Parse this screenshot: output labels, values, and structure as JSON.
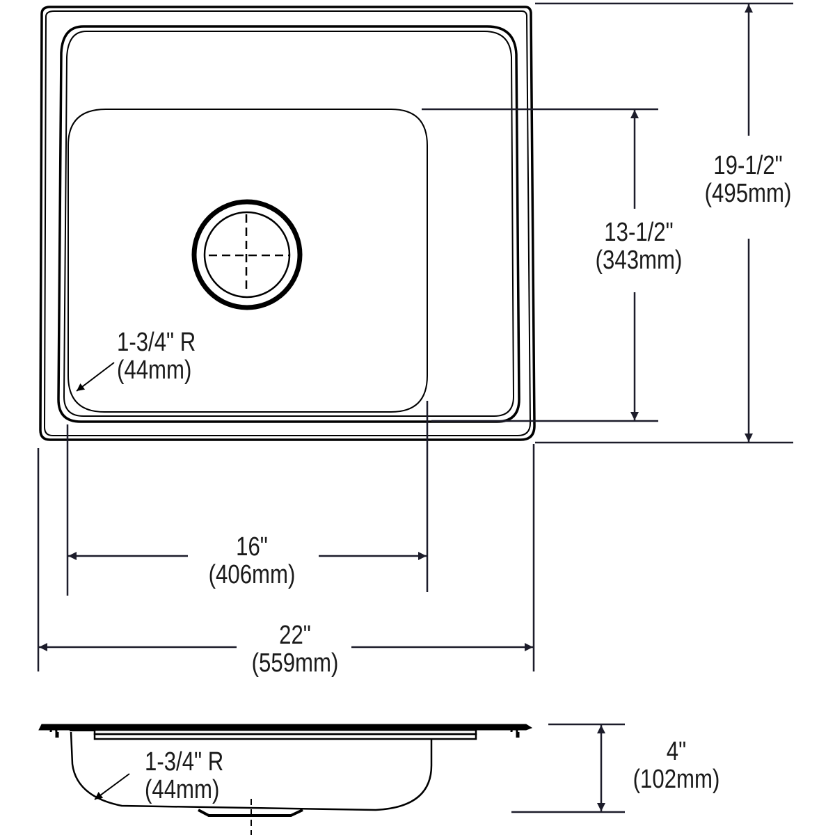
{
  "colors": {
    "line": "#000000",
    "dim": "#1c1c2a",
    "text": "#1a1a1a",
    "background": "#ffffff"
  },
  "top_view": {
    "corner_radius_label": {
      "imperial": "1-3/4\" R",
      "metric": "(44mm)"
    },
    "drain": {
      "type": "drain-with-centerlines"
    }
  },
  "dimensions": {
    "overall_length": {
      "imperial": "19-1/2\"",
      "metric": "(495mm)"
    },
    "bowl_length": {
      "imperial": "13-1/2\"",
      "metric": "(343mm)"
    },
    "bowl_width": {
      "imperial": "16\"",
      "metric": "(406mm)"
    },
    "overall_width": {
      "imperial": "22\"",
      "metric": "(559mm)"
    },
    "depth": {
      "imperial": "4\"",
      "metric": "(102mm)"
    }
  },
  "side_view": {
    "corner_radius_label": {
      "imperial": "1-3/4\" R",
      "metric": "(44mm)"
    }
  }
}
